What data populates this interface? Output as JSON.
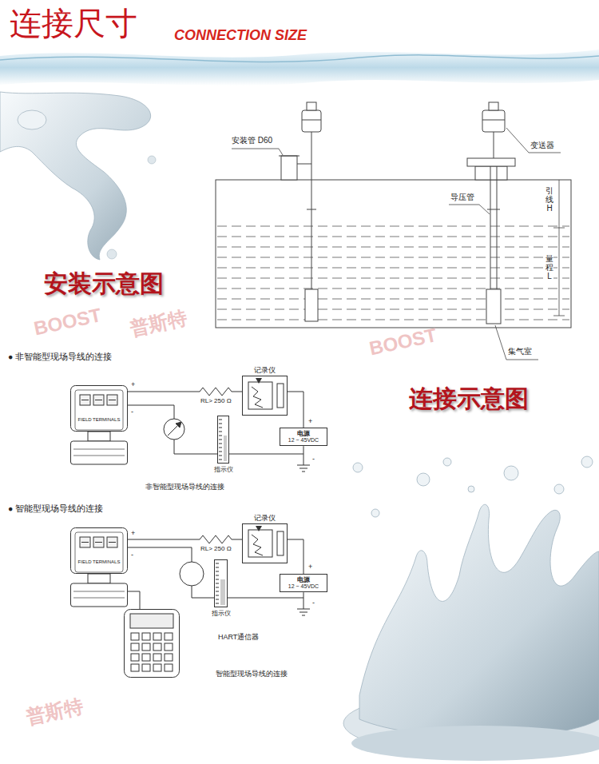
{
  "diagram": {
    "title": "连接尺寸",
    "nodes": [
      {
        "text": [
          "FIELD TERMINALS"
        ]
      },
      {
        "text": [
          "记录仪"
        ]
      },
      {
        "text": [
          "电源",
          "12 ~ 45VDC"
        ]
      },
      {
        "text": [
          "指示仪"
        ]
      },
      {
        "text": [
          "FIELD TERMINALS"
        ]
      },
      {
        "text": [
          "记录仪"
        ]
      },
      {
        "text": [
          "电源",
          "12 ~ 45VDC"
        ]
      },
      {
        "text": [
          "指示仪"
        ]
      },
      {
        "text": [
          "HART通信器"
        ]
      }
    ],
    "edges": [
      {
        "from": 0,
        "to": 1,
        "arrow": "none",
        "label": "RL> 250 Ω"
      },
      {
        "from": 1,
        "to": 2,
        "arrow": "none"
      },
      {
        "from": 2,
        "to": 3,
        "arrow": "none"
      },
      {
        "from": 3,
        "to": 0,
        "arrow": "none"
      },
      {
        "from": 4,
        "to": 5,
        "arrow": "none",
        "label": "RL> 250 Ω"
      },
      {
        "from": 5,
        "to": 6,
        "arrow": "none"
      },
      {
        "from": 6,
        "to": 7,
        "arrow": "none"
      },
      {
        "from": 7,
        "to": 4,
        "arrow": "none"
      },
      {
        "from": 8,
        "to": 4,
        "arrow": "none"
      }
    ],
    "labels": [
      "CONNECTION SIZE",
      "安装示意图",
      "安装管 D60",
      "变送器",
      "导压管",
      "引线 H",
      "量程 L",
      "集气室",
      "连接示意图",
      "● 非智能型现场导线的连接",
      "+",
      "-",
      "+",
      "-",
      "非智能型现场导线的连接",
      "● 智能型现场导线的连接",
      "+",
      "-",
      "+",
      "-",
      "智能型现场导线的连接",
      "BOOST",
      "普斯特",
      "BOOST",
      "普斯特"
    ]
  }
}
